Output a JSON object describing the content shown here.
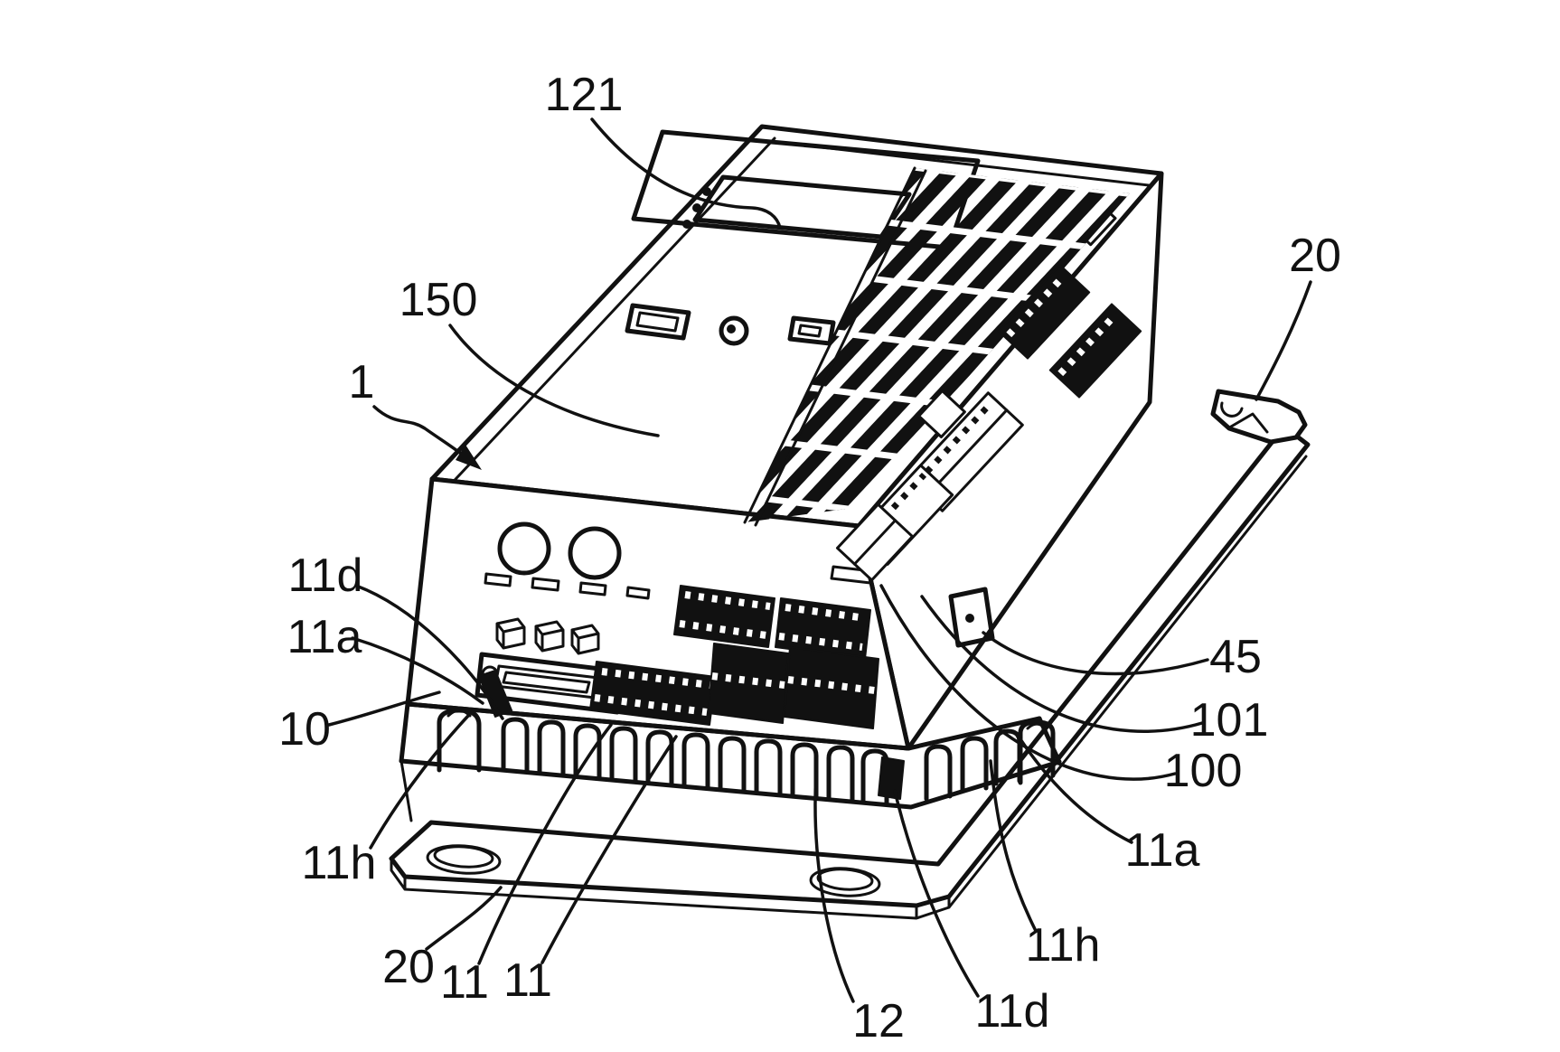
{
  "figure": {
    "background_color": "#ffffff",
    "line_color": "#111111",
    "reference_labels": {
      "l121": {
        "text": "121"
      },
      "l150": {
        "text": "150"
      },
      "l1": {
        "text": "1"
      },
      "l20_top_right": {
        "text": "20"
      },
      "l45": {
        "text": "45"
      },
      "l101": {
        "text": "101"
      },
      "l100": {
        "text": "100"
      },
      "l11a_right": {
        "text": "11a"
      },
      "l11h_right": {
        "text": "11h"
      },
      "l11d_right": {
        "text": "11d"
      },
      "l12": {
        "text": "12"
      },
      "l11_left": {
        "text": "11"
      },
      "l11_mid": {
        "text": "11"
      },
      "l20_bottom_left": {
        "text": "20"
      },
      "l11h_left": {
        "text": "11h"
      },
      "l10": {
        "text": "10"
      },
      "l11a_left": {
        "text": "11a"
      },
      "l11d_left": {
        "text": "11d"
      }
    }
  }
}
